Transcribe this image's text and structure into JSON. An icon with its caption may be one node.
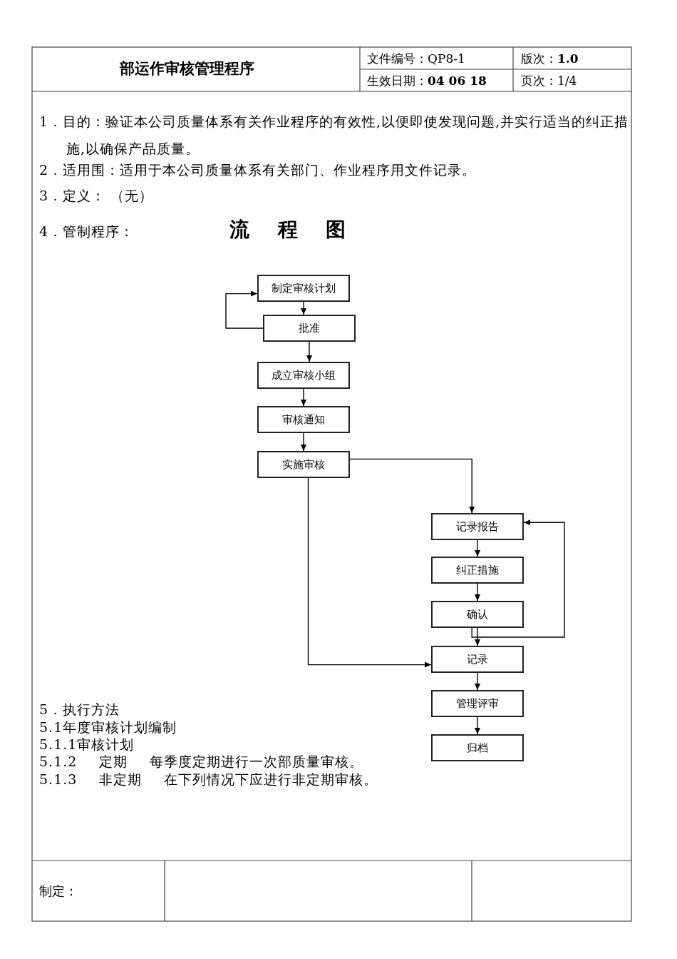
{
  "diagram": {
    "title": "部运作审核管理程序",
    "nodes": [
      {
        "text": [
          "制定审核计划"
        ]
      },
      {
        "text": [
          "批准"
        ]
      },
      {
        "text": [
          "成立审核小组"
        ]
      },
      {
        "text": [
          "审核通知"
        ]
      },
      {
        "text": [
          "实施审核"
        ]
      },
      {
        "text": [
          "记录报告"
        ]
      },
      {
        "text": [
          "纠正措施"
        ]
      },
      {
        "text": [
          "确认"
        ]
      },
      {
        "text": [
          "记录"
        ]
      },
      {
        "text": [
          "管理评审"
        ]
      },
      {
        "text": [
          "归档"
        ]
      }
    ],
    "edges": [
      {
        "from": 0,
        "to": 1,
        "arrow": "to"
      },
      {
        "from": 1,
        "to": 0,
        "arrow": "to"
      },
      {
        "from": 1,
        "to": 2,
        "arrow": "to"
      },
      {
        "from": 2,
        "to": 3,
        "arrow": "to"
      },
      {
        "from": 3,
        "to": 4,
        "arrow": "to"
      },
      {
        "from": 4,
        "to": 5,
        "arrow": "to"
      },
      {
        "from": 4,
        "to": 8,
        "arrow": "to"
      },
      {
        "from": 5,
        "to": 6,
        "arrow": "to"
      },
      {
        "from": 6,
        "to": 7,
        "arrow": "to"
      },
      {
        "from": 7,
        "to": 8,
        "arrow": "to"
      },
      {
        "from": 7,
        "to": 5,
        "arrow": "to"
      },
      {
        "from": 8,
        "to": 9,
        "arrow": "to"
      },
      {
        "from": 9,
        "to": 10,
        "arrow": "to"
      }
    ],
    "labels": [
      "文件编号：QP8-1",
      "版次：**1.0**",
      "生效日期：**04 06 18**",
      "页次：1/4",
      "1．目的：验证本公司质量体系有关作业程序的有效性,以便即使发现问题,并实行适当的纠正措施,以确保产品质量。",
      "2．适用围：适用于本公司质量体系有关部门、作业程序用文件记录。",
      "3．定义： （无）",
      "4．管制程序：",
      "流 程 图",
      "5．执行方法",
      "5.1年度审核计划编制",
      "5.1.1审核计划",
      "5.1.2 定期 每季度定期进行一次部质量审核。",
      "5.1.3 非定期 在下列情况下应进行非定期审核。",
      "制定："
    ]
  }
}
